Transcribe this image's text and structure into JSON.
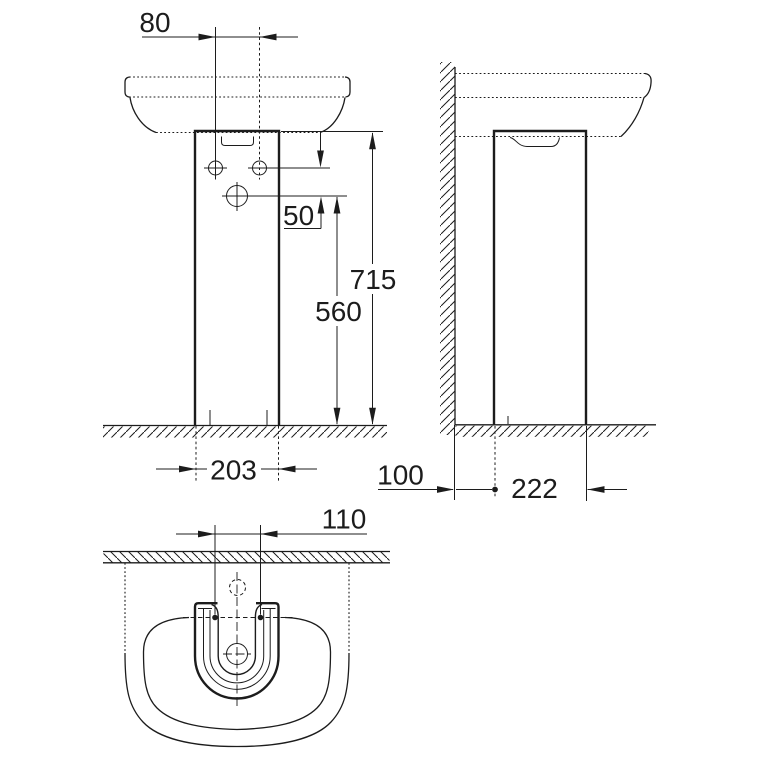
{
  "drawing": {
    "type": "technical-dimension-drawing",
    "subject": "pedestal-washbasin",
    "units": "mm",
    "colors": {
      "background": "#ffffff",
      "line": "#1c1c1c"
    },
    "views": {
      "front": {
        "dimensions": {
          "faucet_hole_spacing": "80",
          "hole_vertical_offset": "50",
          "overall_height": "715",
          "drain_height": "560",
          "pedestal_width": "203"
        }
      },
      "side": {
        "dimensions": {
          "wall_clearance": "100",
          "pedestal_depth": "222"
        }
      },
      "bottom": {
        "dimensions": {
          "fixing_hole_spacing": "110"
        }
      }
    }
  }
}
